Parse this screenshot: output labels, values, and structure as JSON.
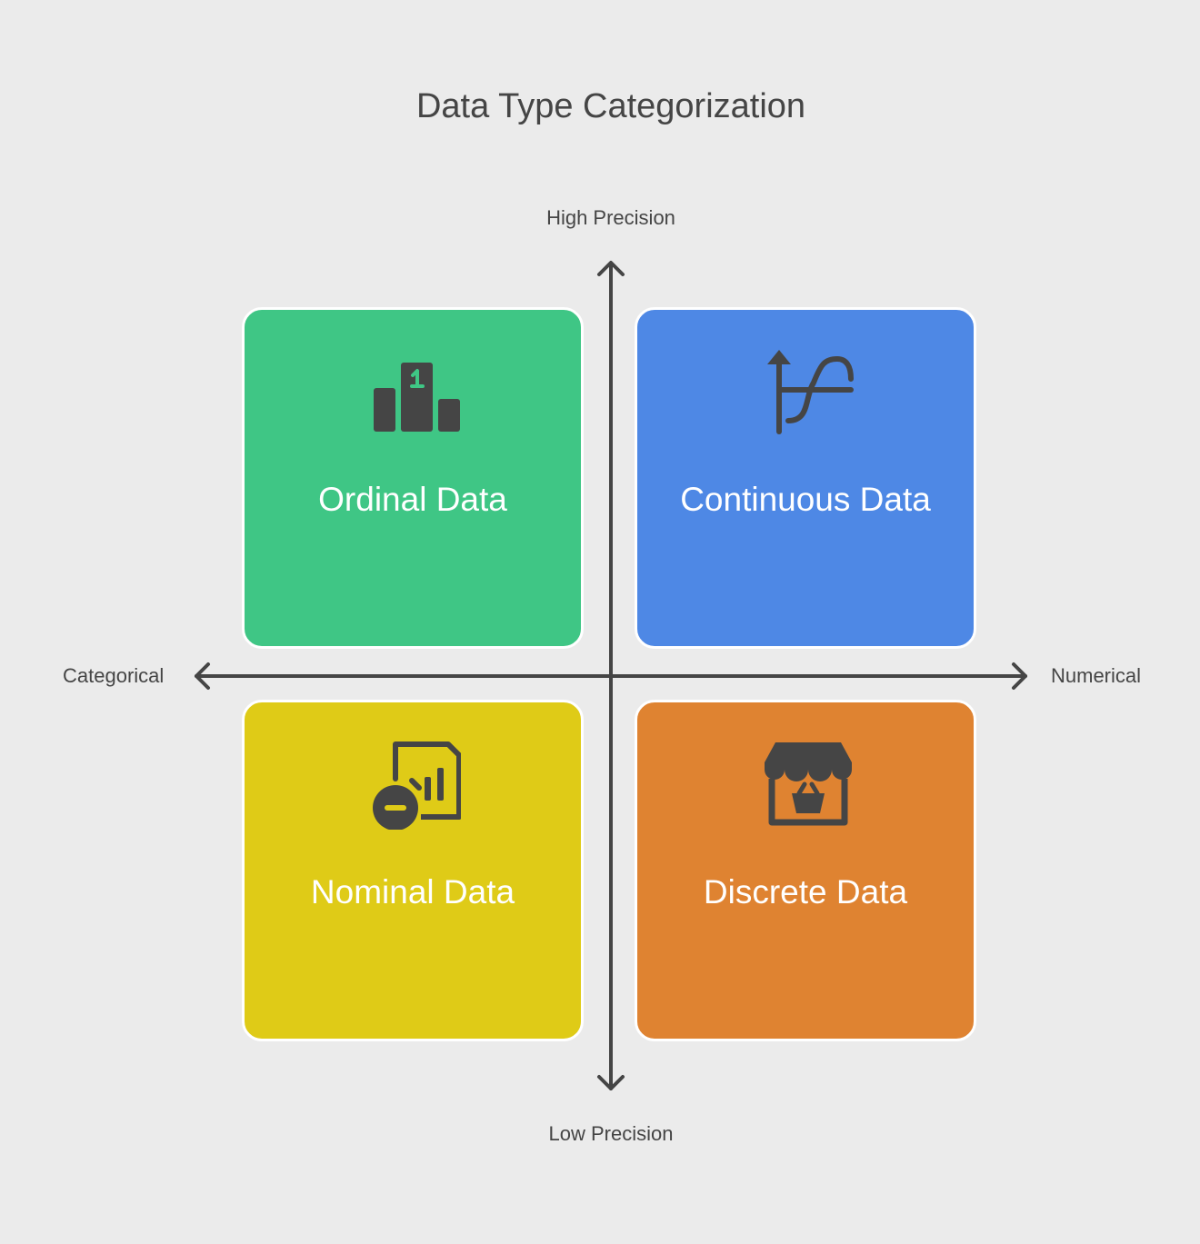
{
  "title": "Data Type Categorization",
  "axes": {
    "top": "High Precision",
    "bottom": "Low Precision",
    "left": "Categorical",
    "right": "Numerical"
  },
  "quadrants": [
    {
      "label": "Ordinal Data",
      "color": "#3fc685",
      "icon": "podium-icon"
    },
    {
      "label": "Continuous Data",
      "color": "#4e88e5",
      "icon": "function-graph-icon"
    },
    {
      "label": "Nominal Data",
      "color": "#dfcb17",
      "icon": "document-chart-minus-icon"
    },
    {
      "label": "Discrete Data",
      "color": "#df8331",
      "icon": "store-basket-icon"
    }
  ],
  "colors": {
    "background": "#ebebeb",
    "axis": "#454545",
    "icon": "#454545"
  }
}
